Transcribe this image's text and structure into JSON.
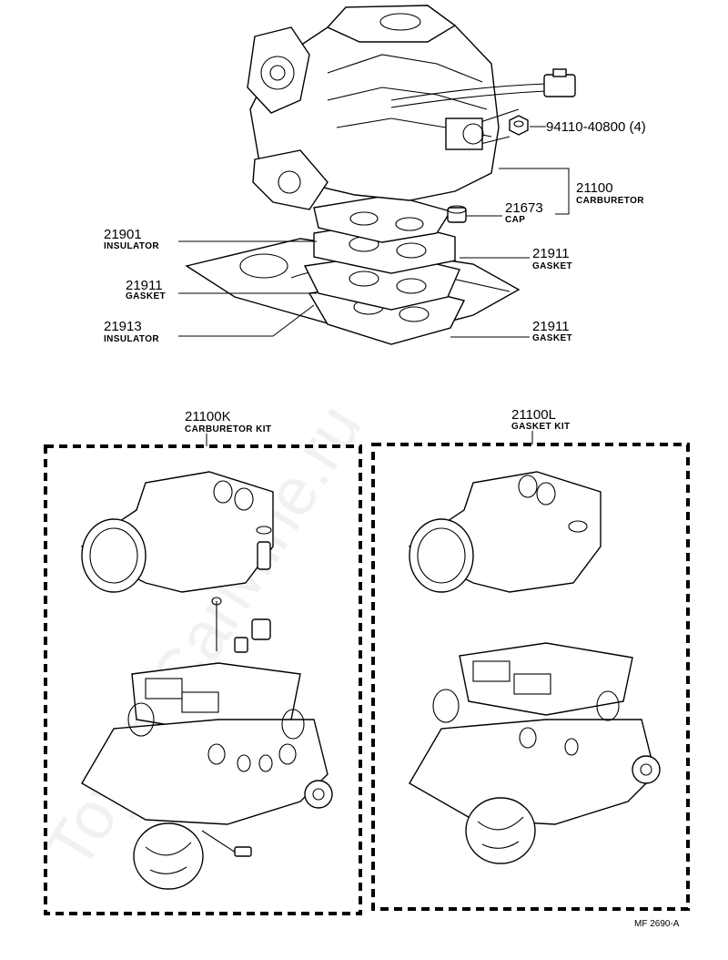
{
  "watermark": "ToyotaCarMine.ru",
  "parts": {
    "nut": {
      "number": "94110-40800 (4)"
    },
    "carburetor": {
      "number": "21100",
      "name": "CARBURETOR"
    },
    "cap": {
      "number": "21673",
      "name": "CAP"
    },
    "insulator_upper": {
      "number": "21901",
      "name": "INSULATOR"
    },
    "gasket_a": {
      "number": "21911",
      "name": "GASKET"
    },
    "gasket_b": {
      "number": "21911",
      "name": "GASKET"
    },
    "gasket_c": {
      "number": "21911",
      "name": "GASKET"
    },
    "insulator_lower": {
      "number": "21913",
      "name": "INSULATOR"
    }
  },
  "kits": {
    "carburetor_kit": {
      "number": "21100K",
      "name": "CARBURETOR KIT"
    },
    "gasket_kit": {
      "number": "21100L",
      "name": "GASKET KIT"
    }
  },
  "footer": {
    "code": "MF  2690-A"
  }
}
